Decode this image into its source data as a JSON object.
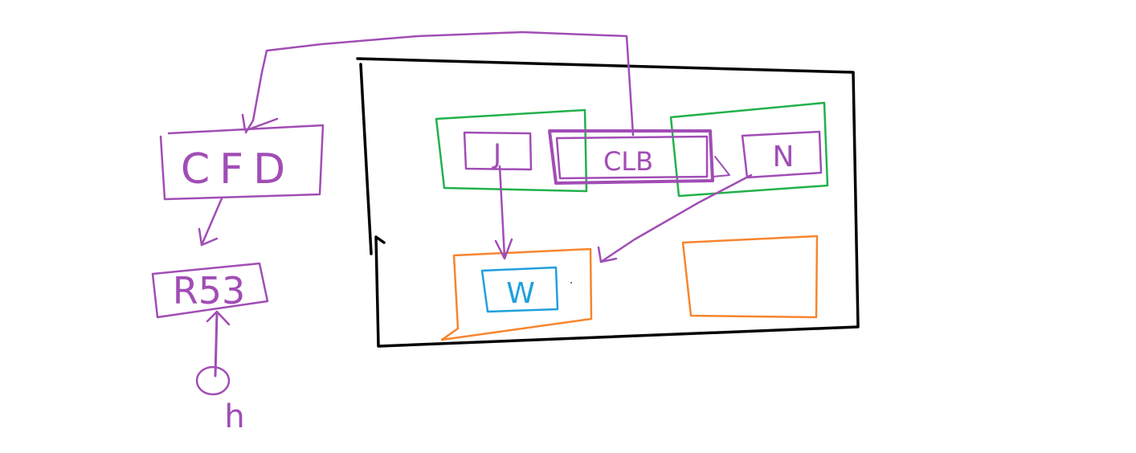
{
  "diagram": {
    "nodes": {
      "cfd": {
        "label": "CFD"
      },
      "r53": {
        "label": "R53"
      },
      "j": {
        "label": "J"
      },
      "clb": {
        "label": "CLB"
      },
      "n": {
        "label": "N"
      },
      "w": {
        "label": "W"
      }
    },
    "user_glyph": "h",
    "colors": {
      "purple": "#A14DB5",
      "green": "#22B14C",
      "orange": "#F7852E",
      "blue": "#1FA0DE",
      "black": "#000000"
    }
  }
}
